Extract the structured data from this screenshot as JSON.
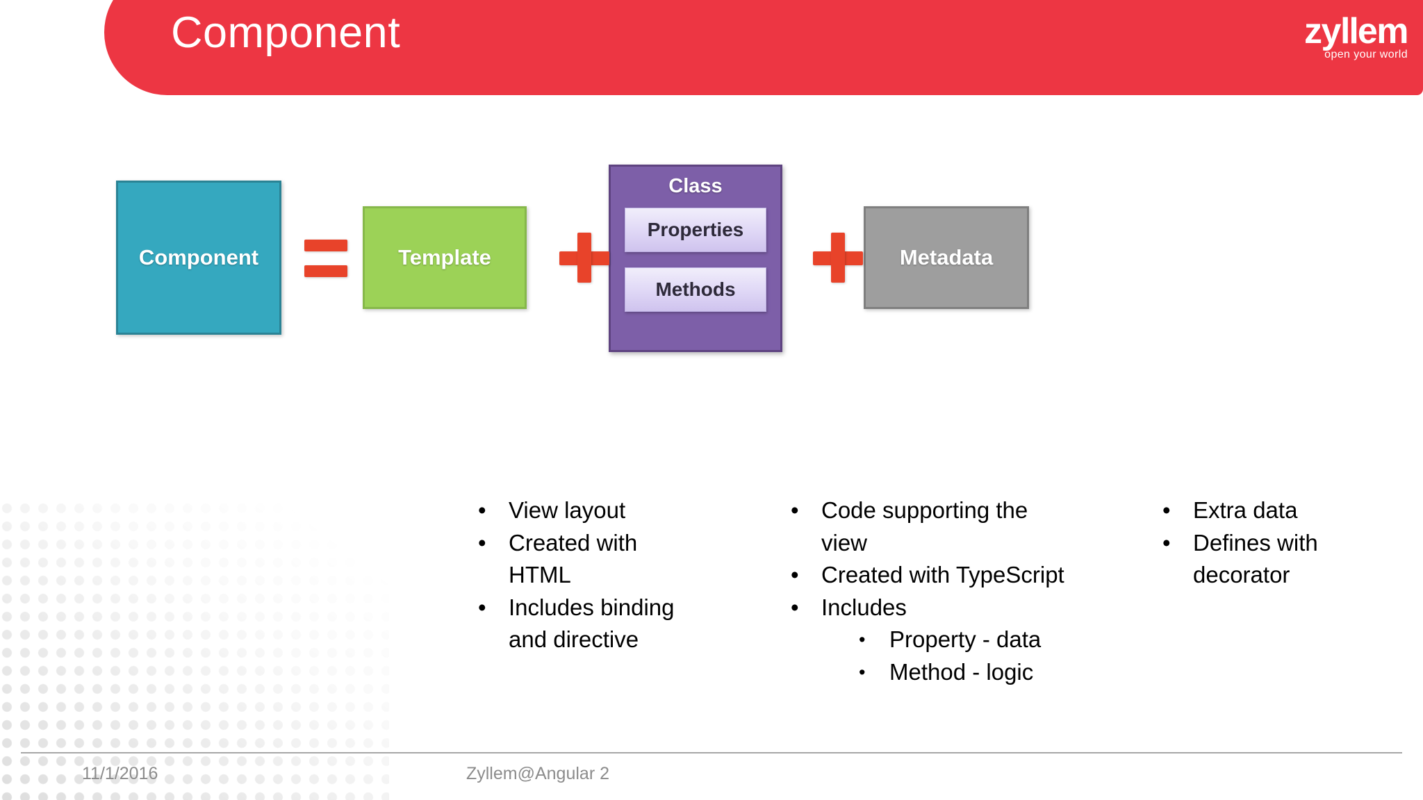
{
  "slide": {
    "title": "Component",
    "brand": {
      "name_part1": "zy",
      "name_bars": "ll",
      "name_part2": "em",
      "tagline": "open your world",
      "red": "#ED3643"
    }
  },
  "diagram": {
    "component": {
      "label": "Component",
      "color": "#35A8BF",
      "border": "#2A8395"
    },
    "operator_equals": "=",
    "template": {
      "label": "Template",
      "color": "#9CD257",
      "border": "#86B84A"
    },
    "operator_plus_1": "+",
    "class": {
      "label": "Class",
      "color": "#7D5FA8",
      "border": "#5E4380",
      "members": [
        "Properties",
        "Methods"
      ]
    },
    "operator_plus_2": "+",
    "metadata": {
      "label": "Metadata",
      "color": "#9E9E9E",
      "border": "#7F7F7F"
    },
    "accent": "#E8432A"
  },
  "columns": [
    {
      "name": "template-notes",
      "bullets": [
        {
          "text": "View layout",
          "marker": "•"
        },
        {
          "text": "Created with HTML",
          "marker": "•"
        },
        {
          "text": "Includes binding and directive",
          "marker": "•"
        }
      ]
    },
    {
      "name": "class-notes",
      "bullets": [
        {
          "text": "Code supporting the view",
          "marker": "•"
        },
        {
          "text": "Created with TypeScript",
          "marker": "•"
        },
        {
          "text": "Includes",
          "marker": "•",
          "sub": [
            {
              "text": "Property - data",
              "marker": "•"
            },
            {
              "text": "Method - logic",
              "marker": "•"
            }
          ]
        }
      ]
    },
    {
      "name": "metadata-notes",
      "bullets": [
        {
          "text": "Extra data",
          "marker": "•"
        },
        {
          "text": "Defines with decorator",
          "marker": "•"
        }
      ]
    }
  ],
  "footer": {
    "date": "11/1/2016",
    "center": "Zyllem@Angular 2"
  }
}
